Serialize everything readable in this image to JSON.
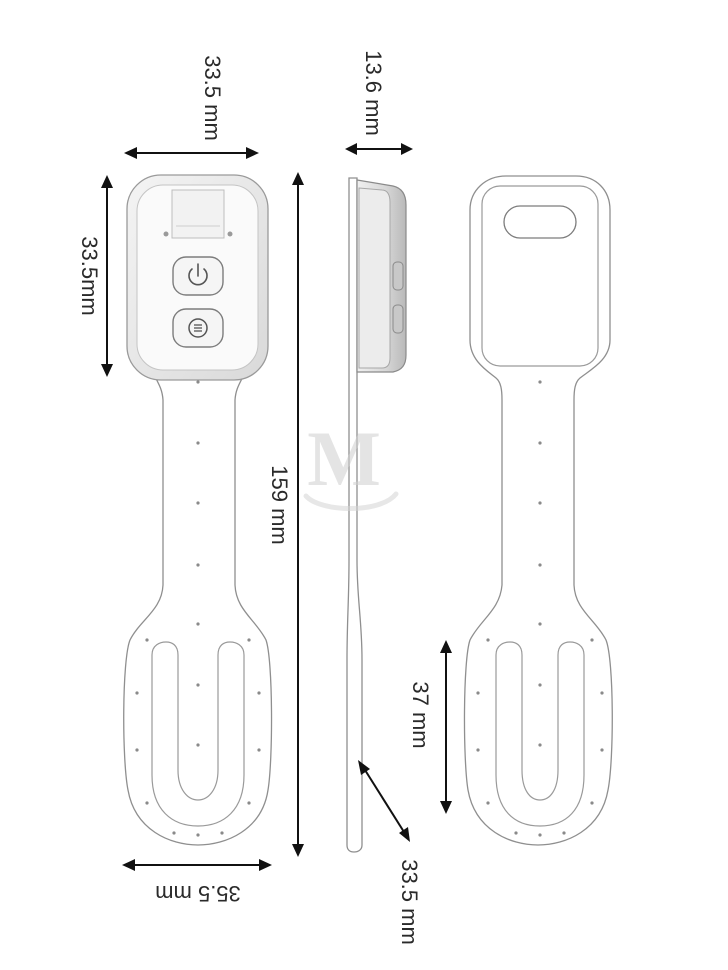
{
  "diagram": {
    "front_view": {
      "width_label": "33.5 mm",
      "head_height_label": "33.5mm",
      "bottom_width_label": "35.5 mm",
      "buttons": [
        "power-icon",
        "mode-icon"
      ]
    },
    "side_view": {
      "thickness_label": "13.6 mm",
      "total_length_label": "159 mm",
      "diagonal_label": "33.5 mm"
    },
    "back_view": {
      "loop_length_label": "37 mm"
    },
    "watermark": "M",
    "colors": {
      "outline": "#8f8f8f",
      "arrow": "#111111",
      "text": "#2a2a2a",
      "watermark": "#d0d0d0"
    }
  }
}
